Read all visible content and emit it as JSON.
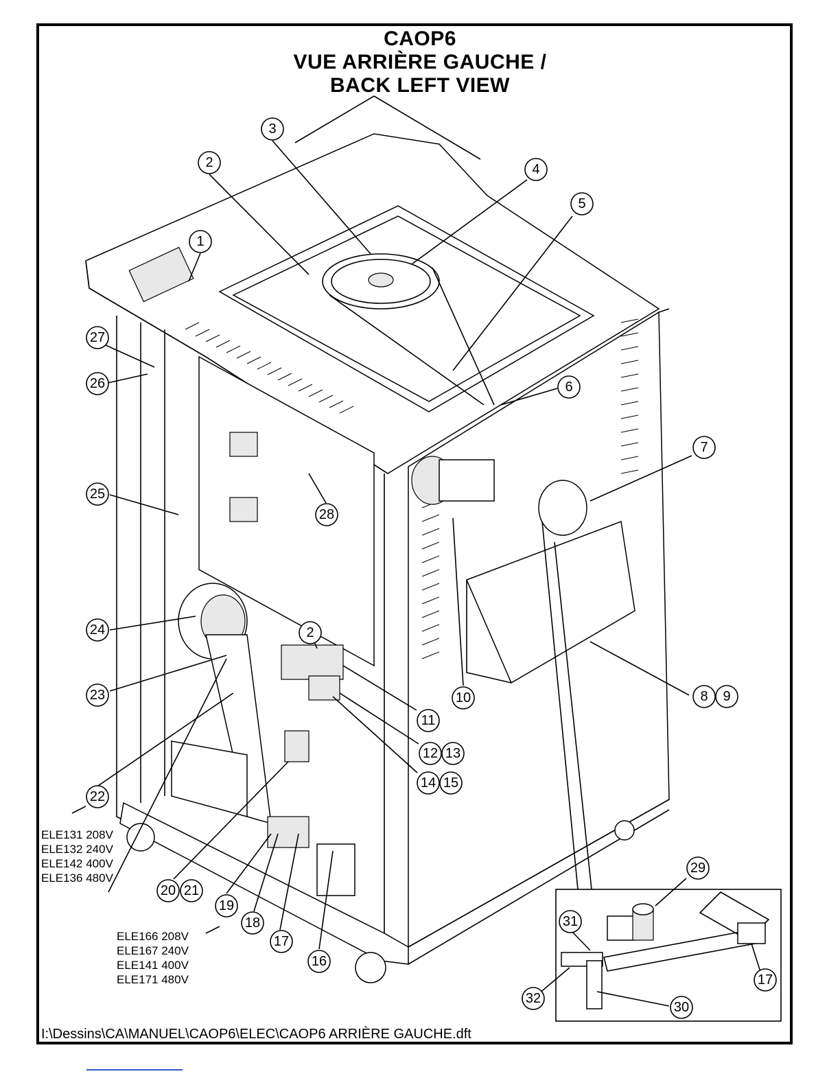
{
  "title": {
    "line1": "CAOP6",
    "line2": "VUE ARRIÈRE GAUCHE /",
    "line3": "BACK LEFT VIEW"
  },
  "callouts": [
    "1",
    "2",
    "3",
    "4",
    "5",
    "6",
    "7",
    "8",
    "9",
    "10",
    "11",
    "12",
    "13",
    "14",
    "15",
    "16",
    "17",
    "17",
    "18",
    "19",
    "20",
    "21",
    "22",
    "23",
    "24",
    "25",
    "26",
    "27",
    "28",
    "29",
    "30",
    "31",
    "32",
    "2"
  ],
  "notes": {
    "ele_group_1": [
      "ELE131 208V",
      "ELE132 240V",
      "ELE142 400V",
      "ELE136 480V"
    ],
    "ele_group_2": [
      "ELE166 208V",
      "ELE167 240V",
      "ELE141 400V",
      "ELE171 480V"
    ]
  },
  "file_path": "I:\\Dessins\\CA\\MANUEL\\CAOP6\\ELEC\\CAOP6 ARRIÈRE GAUCHE.dft",
  "colors": {
    "line": "#000000",
    "background": "#ffffff",
    "link_underline": "#3355cc"
  }
}
